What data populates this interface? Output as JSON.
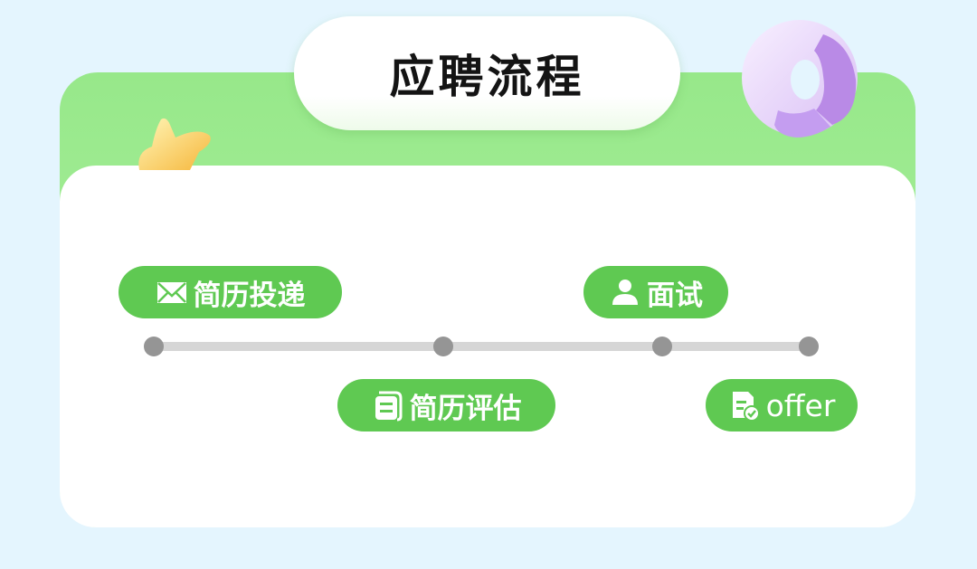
{
  "title": "应聘流程",
  "steps": [
    {
      "label": "简历投递",
      "icon": "envelope-icon"
    },
    {
      "label": "简历评估",
      "icon": "document-icon"
    },
    {
      "label": "面试",
      "icon": "person-icon"
    },
    {
      "label": "offer",
      "icon": "document-check-icon"
    }
  ],
  "colors": {
    "accent": "#5fc952",
    "background": "#e4f5fe",
    "dot": "#959595",
    "track": "#d6d6d6"
  }
}
